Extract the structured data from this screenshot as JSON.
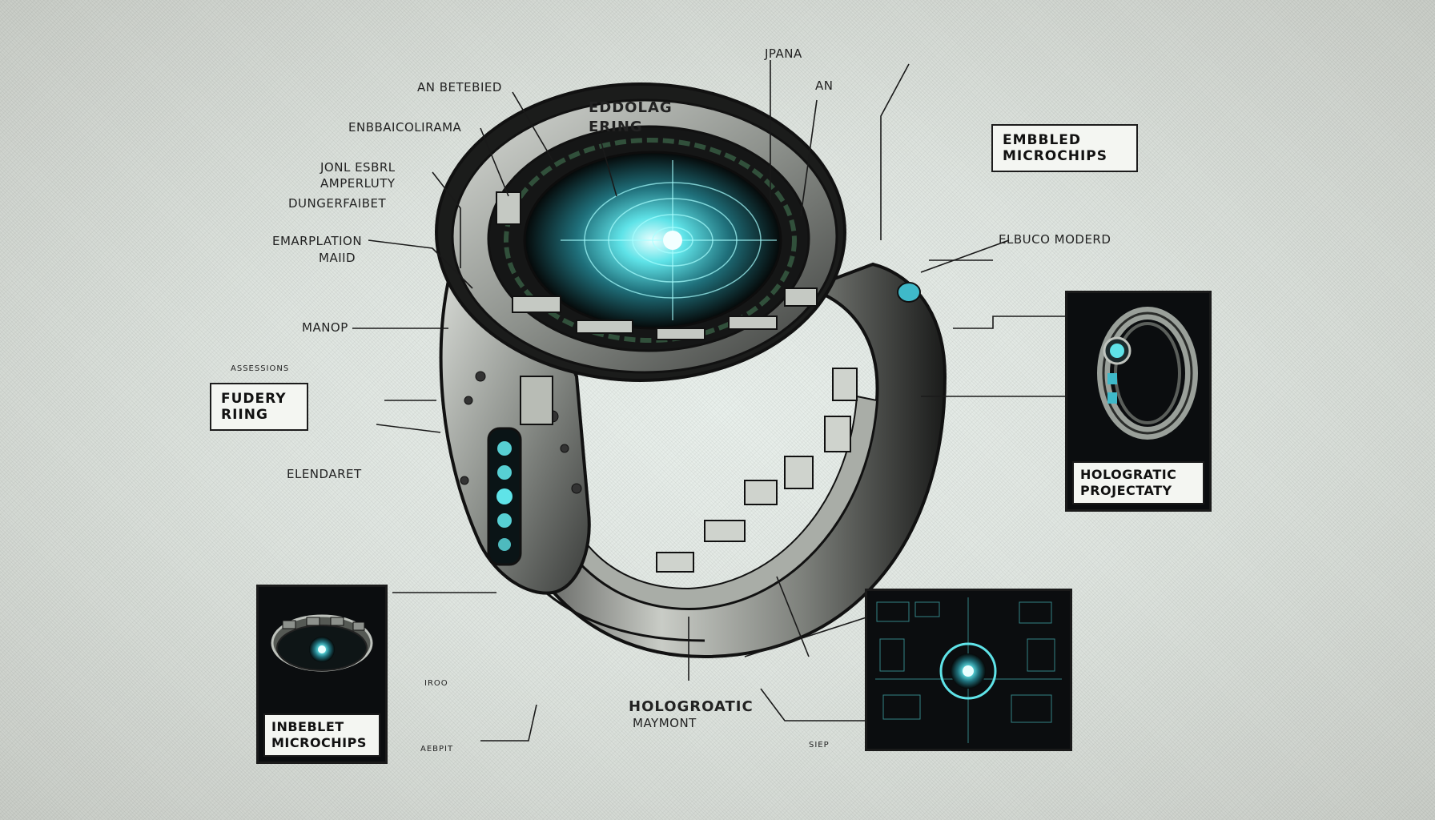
{
  "labels": {
    "ambedded": "AN BETEBIED",
    "embraicou": "ENBBAICOLIRAMA",
    "jonl": "JONL ESBRL",
    "amperlut": "AMPERLUTY",
    "dunger": "DUNGERFAIBET",
    "emarplation": "EMARPLATION",
    "maiid": "MAIID",
    "manop": "MANOP",
    "elendaret": "ELENDARET",
    "jpana": "JPANA",
    "an": "AN",
    "edolag_1": "EDDOLAG",
    "edolag_2": "ERING",
    "elbuco": "ELBUCO MODERD",
    "holo_bottom_1": "HOLOGROATIC",
    "holo_bottom_2": "MAYMONT",
    "small_1": "ASSESSIONS",
    "small_2": "IROO",
    "small_3": "AEBPIT",
    "small_4": "SIEP"
  },
  "boxes": {
    "fudery_1": "FUDERY",
    "fudery_2": "RIING",
    "embbled_1": "EMBBLED",
    "embbled_2": "MICROCHIPS"
  },
  "insets": {
    "ring_side_1": "HOLOGRATIC",
    "ring_side_2": "PROJECTATY",
    "chip_ring_1": "INBEBLET",
    "chip_ring_2": "MICROCHIPS"
  },
  "colors": {
    "accent_glow": "#5fe3e8",
    "ink": "#1a1a1a",
    "paper": "#e6ece7"
  }
}
